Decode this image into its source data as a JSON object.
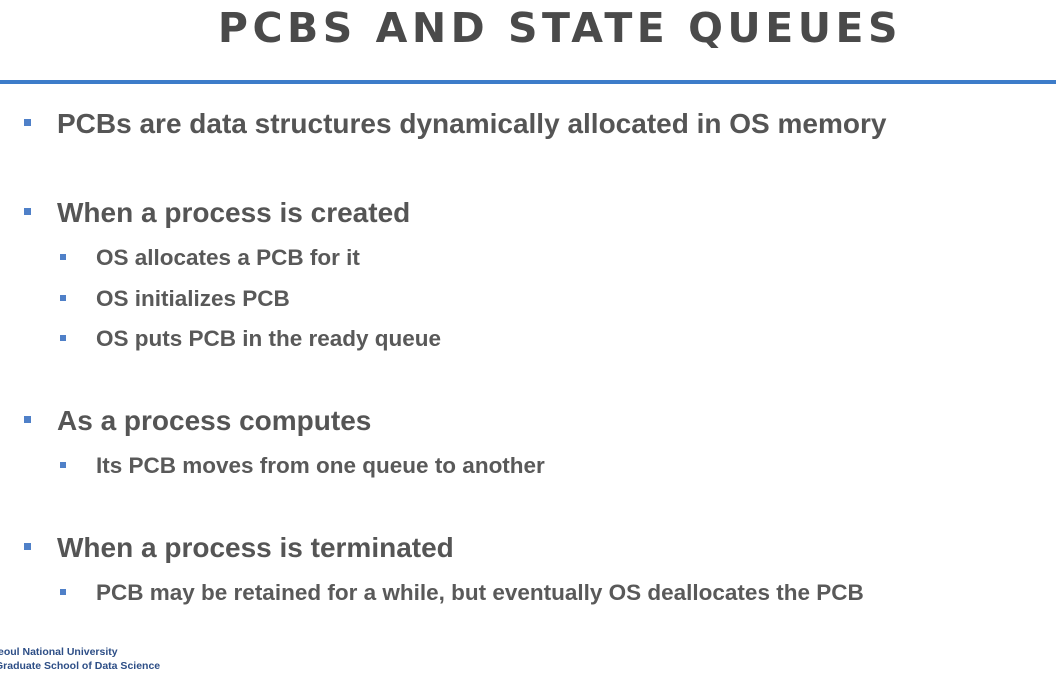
{
  "slide": {
    "title": "PCBS AND STATE QUEUES",
    "bullets": [
      {
        "text": "PCBs are data structures dynamically allocated in OS memory",
        "sub": []
      },
      {
        "text": "When a process is created",
        "sub": [
          "OS allocates a PCB for it",
          "OS initializes PCB",
          "OS puts PCB in the ready queue"
        ]
      },
      {
        "text": "As a process computes",
        "sub": [
          "Its PCB moves from one queue to another"
        ]
      },
      {
        "text": "When a process is terminated",
        "sub": [
          "PCB may be retained for a while, but eventually OS deallocates the PCB"
        ]
      }
    ]
  },
  "footer": {
    "line1": "Seoul National University",
    "line2": "Graduate School of Data Science"
  },
  "colors": {
    "rule": "#3d7cc9",
    "bullet": "#4f80c8",
    "text": "#595959",
    "footer": "#2d4e86"
  }
}
